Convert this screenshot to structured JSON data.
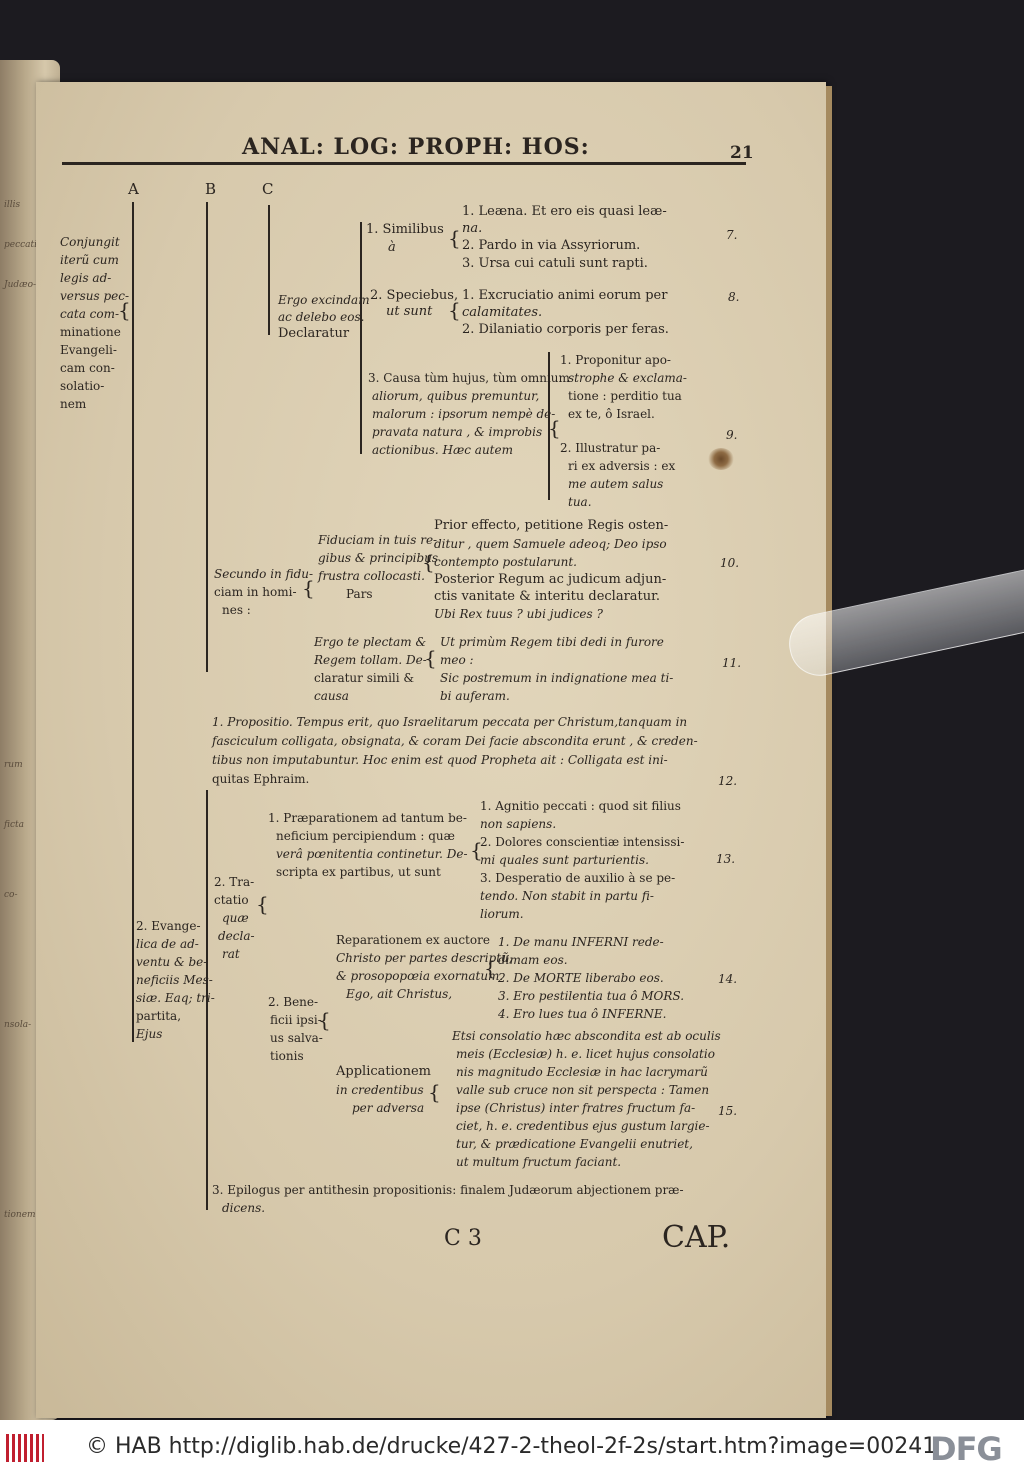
{
  "header": {
    "title": "ANAL: LOG: PROPH: HOS:",
    "page_number": "21"
  },
  "columns": {
    "a": "A",
    "b": "B",
    "c": "C"
  },
  "col_a_lines": [
    "Conjungit",
    "iterũ cum",
    "legis ad-",
    "versus pec-",
    "cata com-",
    "minatione",
    "Evangeli-",
    "cam con-",
    "solatio-",
    "nem"
  ],
  "block1": {
    "c_lines": [
      "Ergo excindam",
      "ac delebo eos.",
      "Declaratur"
    ],
    "similibus_lines": [
      "1. Similibus",
      "à"
    ],
    "similibus_items": [
      "1.   Leæna.  Et ero eis quasi leæ-",
      "     na.",
      "2.   Pardo in via Assyriorum.",
      "3.   Ursa cui catuli sunt rapti."
    ],
    "speciebus_lines": [
      "2. Speciebus,",
      "ut sunt"
    ],
    "speciebus_items": [
      "1.   Excruciatio animi eorum per",
      "     calamitates.",
      "2.   Dilaniatio corporis per feras."
    ],
    "causa_lines": [
      "3. Causa tùm hujus, tùm omnium",
      "aliorum, quibus premuntur,",
      "malorum : ipsorum nempè de-",
      "pravata natura , & improbis",
      "actionibus. Hæc autem"
    ],
    "causa_1": [
      "1.  Proponitur apo-",
      "strophe & exclama-",
      "tione : perditio tua",
      "ex te, ô Israel."
    ],
    "causa_2": [
      "2.   Illustratur pa-",
      "ri ex adversis : ex",
      "me   autem   salus",
      "tua."
    ]
  },
  "block2": {
    "b_lines": [
      "Secundo in fidu-",
      "ciam in homi-",
      "nes :"
    ],
    "c1_lines": [
      "Fiduciam in tuis re-",
      "gibus & principibus",
      "frustra collocasti.",
      "Pars"
    ],
    "c1_items": [
      "Prior effecto,  petitione Regis osten-",
      "ditur ,  quem Samuele adeoq; Deo ipso",
      "contempto postularunt.",
      "Posterior Regum ac judicum adjun-",
      "ctis vanitate & interitu declaratur.",
      "Ubi Rex tuus ? ubi judices ?"
    ],
    "c2_lines": [
      "Ergo te plectam &",
      "Regem tollam.  De-",
      "claratur simili &",
      "causa"
    ],
    "c2_items": [
      "Ut primùm Regem tibi dedi in furore",
      "meo :",
      "Sic postremum in indignatione mea ti-",
      "bi auferam."
    ]
  },
  "propositio": [
    "1.  Propositio.   Tempus erit, quo Israelitarum peccata per Christum,tanquam in",
    "fasciculum colligata, obsignata, & coram Dei facie abscondita erunt , & creden-",
    "tibus non imputabuntur.  Hoc enim est quod Propheta ait :  Colligata est ini-",
    "quitas Ephraim."
  ],
  "block3": {
    "b_lines": [
      "2. Evange-",
      "lica de ad-",
      "ventu & be-",
      "neficiis Mes-",
      "siæ. Eaq; tri-",
      "partita,",
      "Ejus"
    ],
    "tractatio_lines": [
      "2. Tra-",
      "ctatio",
      "quæ",
      "decla-",
      "rat"
    ],
    "praep_lines": [
      "1. Præparationem ad tantum be-",
      "neficium percipiendum : quæ",
      "verâ pœnitentia continetur.  De-",
      "scripta ex partibus, ut sunt"
    ],
    "praep_items": [
      "1.   Agnitio peccati :  quod sit filius",
      "     non sapiens.",
      "2.   Dolores conscientiæ intensissi-",
      "     mi quales sunt parturientis.",
      "3.   Desperatio de auxilio à se pe-",
      "     tendo.  Non stabit in partu fi-",
      "     liorum."
    ],
    "benef_lines": [
      "2.  Bene-",
      "ficii ipsi-",
      "us salva-",
      "tionis"
    ],
    "repar_lines": [
      "Reparationem ex auctore",
      "Christo per partes descriptũ,",
      "& prosopopœia exornatum.",
      "Ego, ait Christus,"
    ],
    "repar_items": [
      "1.   De manu INFERNI rede-",
      "     dimam eos.",
      "2.  De MORTE liberabo eos.",
      "3. Ero pestilentia tua ô MORS.",
      "4.  Ero lues tua ô INFERNE."
    ],
    "applic_lines": [
      "Applicationem",
      "in credentibus",
      "per adversa"
    ],
    "applic_items": [
      "Etsi consolatio hæc abscondita est ab oculis",
      "meis (Ecclesiæ) h. e. licet hujus consolatio",
      "nis magnitudo Ecclesiæ in hac lacrymarũ",
      "valle sub cruce non sit perspecta :  Tamen",
      "ipse (Christus) inter fratres fructum  fa-",
      "ciet, h. e. credentibus ejus gustum largie-",
      "tur, & prædicatione Evangelii enutriet,",
      "ut multum fructum faciant."
    ]
  },
  "epilogus": [
    "3.  Epilogus per antithesin propositionis: finalem Judæorum abjectionem præ-",
    "dicens."
  ],
  "verses": [
    "7.",
    "8.",
    "9.",
    "10.",
    "11.",
    "12.",
    "13.",
    "14.",
    "15."
  ],
  "footer": {
    "signature": "C 3",
    "catchword": "CAP."
  },
  "viewer": {
    "credit": "© HAB http://diglib.hab.de/drucke/427-2-theol-2f-2s/start.htm?image=00241",
    "logo": "DFG"
  },
  "left_page_fragments": [
    "illis",
    "peccatis",
    "Judæo-",
    "rum",
    "ficta",
    "co-",
    "nsola-",
    "tionem"
  ]
}
